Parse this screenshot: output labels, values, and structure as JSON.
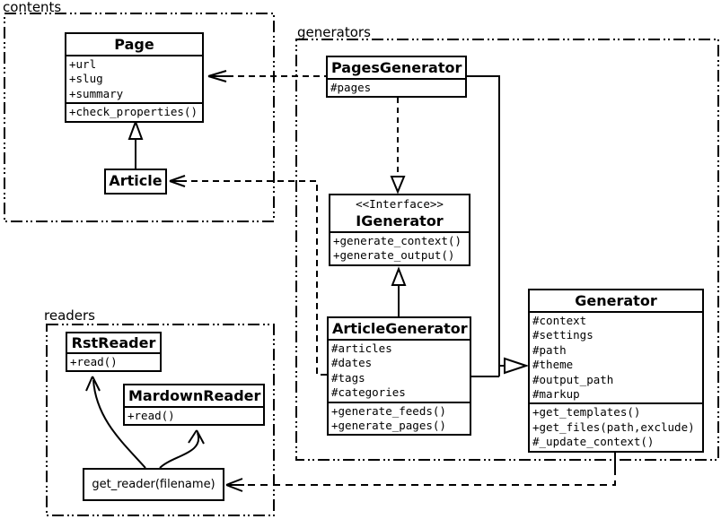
{
  "diagram": {
    "title": "UML class diagram",
    "background_color": "#ffffff",
    "line_color": "#000000"
  },
  "packages": {
    "contents": {
      "label": "contents"
    },
    "generators": {
      "label": "generators"
    },
    "readers": {
      "label": "readers"
    }
  },
  "classes": {
    "page": {
      "name": "Page",
      "attrs": [
        "+url",
        "+slug",
        "+summary"
      ],
      "methods": [
        "+check_properties()"
      ]
    },
    "article": {
      "name": "Article",
      "attrs": [],
      "methods": []
    },
    "pages_generator": {
      "name": "PagesGenerator",
      "attrs": [
        "#pages"
      ],
      "methods": []
    },
    "igenerator": {
      "stereotype": "<<Interface>>",
      "name": "IGenerator",
      "attrs": [],
      "methods": [
        "+generate_context()",
        "+generate_output()"
      ]
    },
    "article_generator": {
      "name": "ArticleGenerator",
      "attrs": [
        "#articles",
        "#dates",
        "#tags",
        "#categories"
      ],
      "methods": [
        "+generate_feeds()",
        "+generate_pages()"
      ]
    },
    "generator": {
      "name": "Generator",
      "attrs": [
        "#context",
        "#settings",
        "#path",
        "#theme",
        "#output_path",
        "#markup"
      ],
      "methods": [
        "+get_templates()",
        "+get_files(path,exclude)",
        "#_update_context()"
      ]
    },
    "rst_reader": {
      "name": "RstReader",
      "attrs": [],
      "methods": [
        "+read()"
      ]
    },
    "markdown_reader": {
      "name": "MardownReader",
      "attrs": [],
      "methods": [
        "+read()"
      ]
    }
  },
  "nodes": {
    "get_reader": {
      "label": "get_reader(filename)"
    }
  },
  "relationships": [
    {
      "from": "Article",
      "to": "Page",
      "type": "generalization-solid-hollow-triangle"
    },
    {
      "from": "PagesGenerator",
      "to": "Page",
      "type": "dependency-dashed-open-arrow"
    },
    {
      "from": "ArticleGenerator",
      "to": "Article",
      "type": "dependency-dashed-open-arrow"
    },
    {
      "from": "PagesGenerator",
      "to": "IGenerator",
      "type": "realization-dashed-hollow-triangle"
    },
    {
      "from": "ArticleGenerator",
      "to": "IGenerator",
      "type": "generalization-solid-hollow-triangle"
    },
    {
      "from": "PagesGenerator",
      "to": "Generator",
      "type": "generalization-solid-hollow-triangle"
    },
    {
      "from": "ArticleGenerator",
      "to": "Generator",
      "type": "generalization-solid-hollow-triangle"
    },
    {
      "from": "Generator",
      "to": "get_reader(filename)",
      "type": "dependency-dashed-open-arrow"
    },
    {
      "from": "get_reader(filename)",
      "to": "RstReader",
      "type": "curved-open-arrow"
    },
    {
      "from": "get_reader(filename)",
      "to": "MardownReader",
      "type": "curved-open-arrow"
    }
  ]
}
